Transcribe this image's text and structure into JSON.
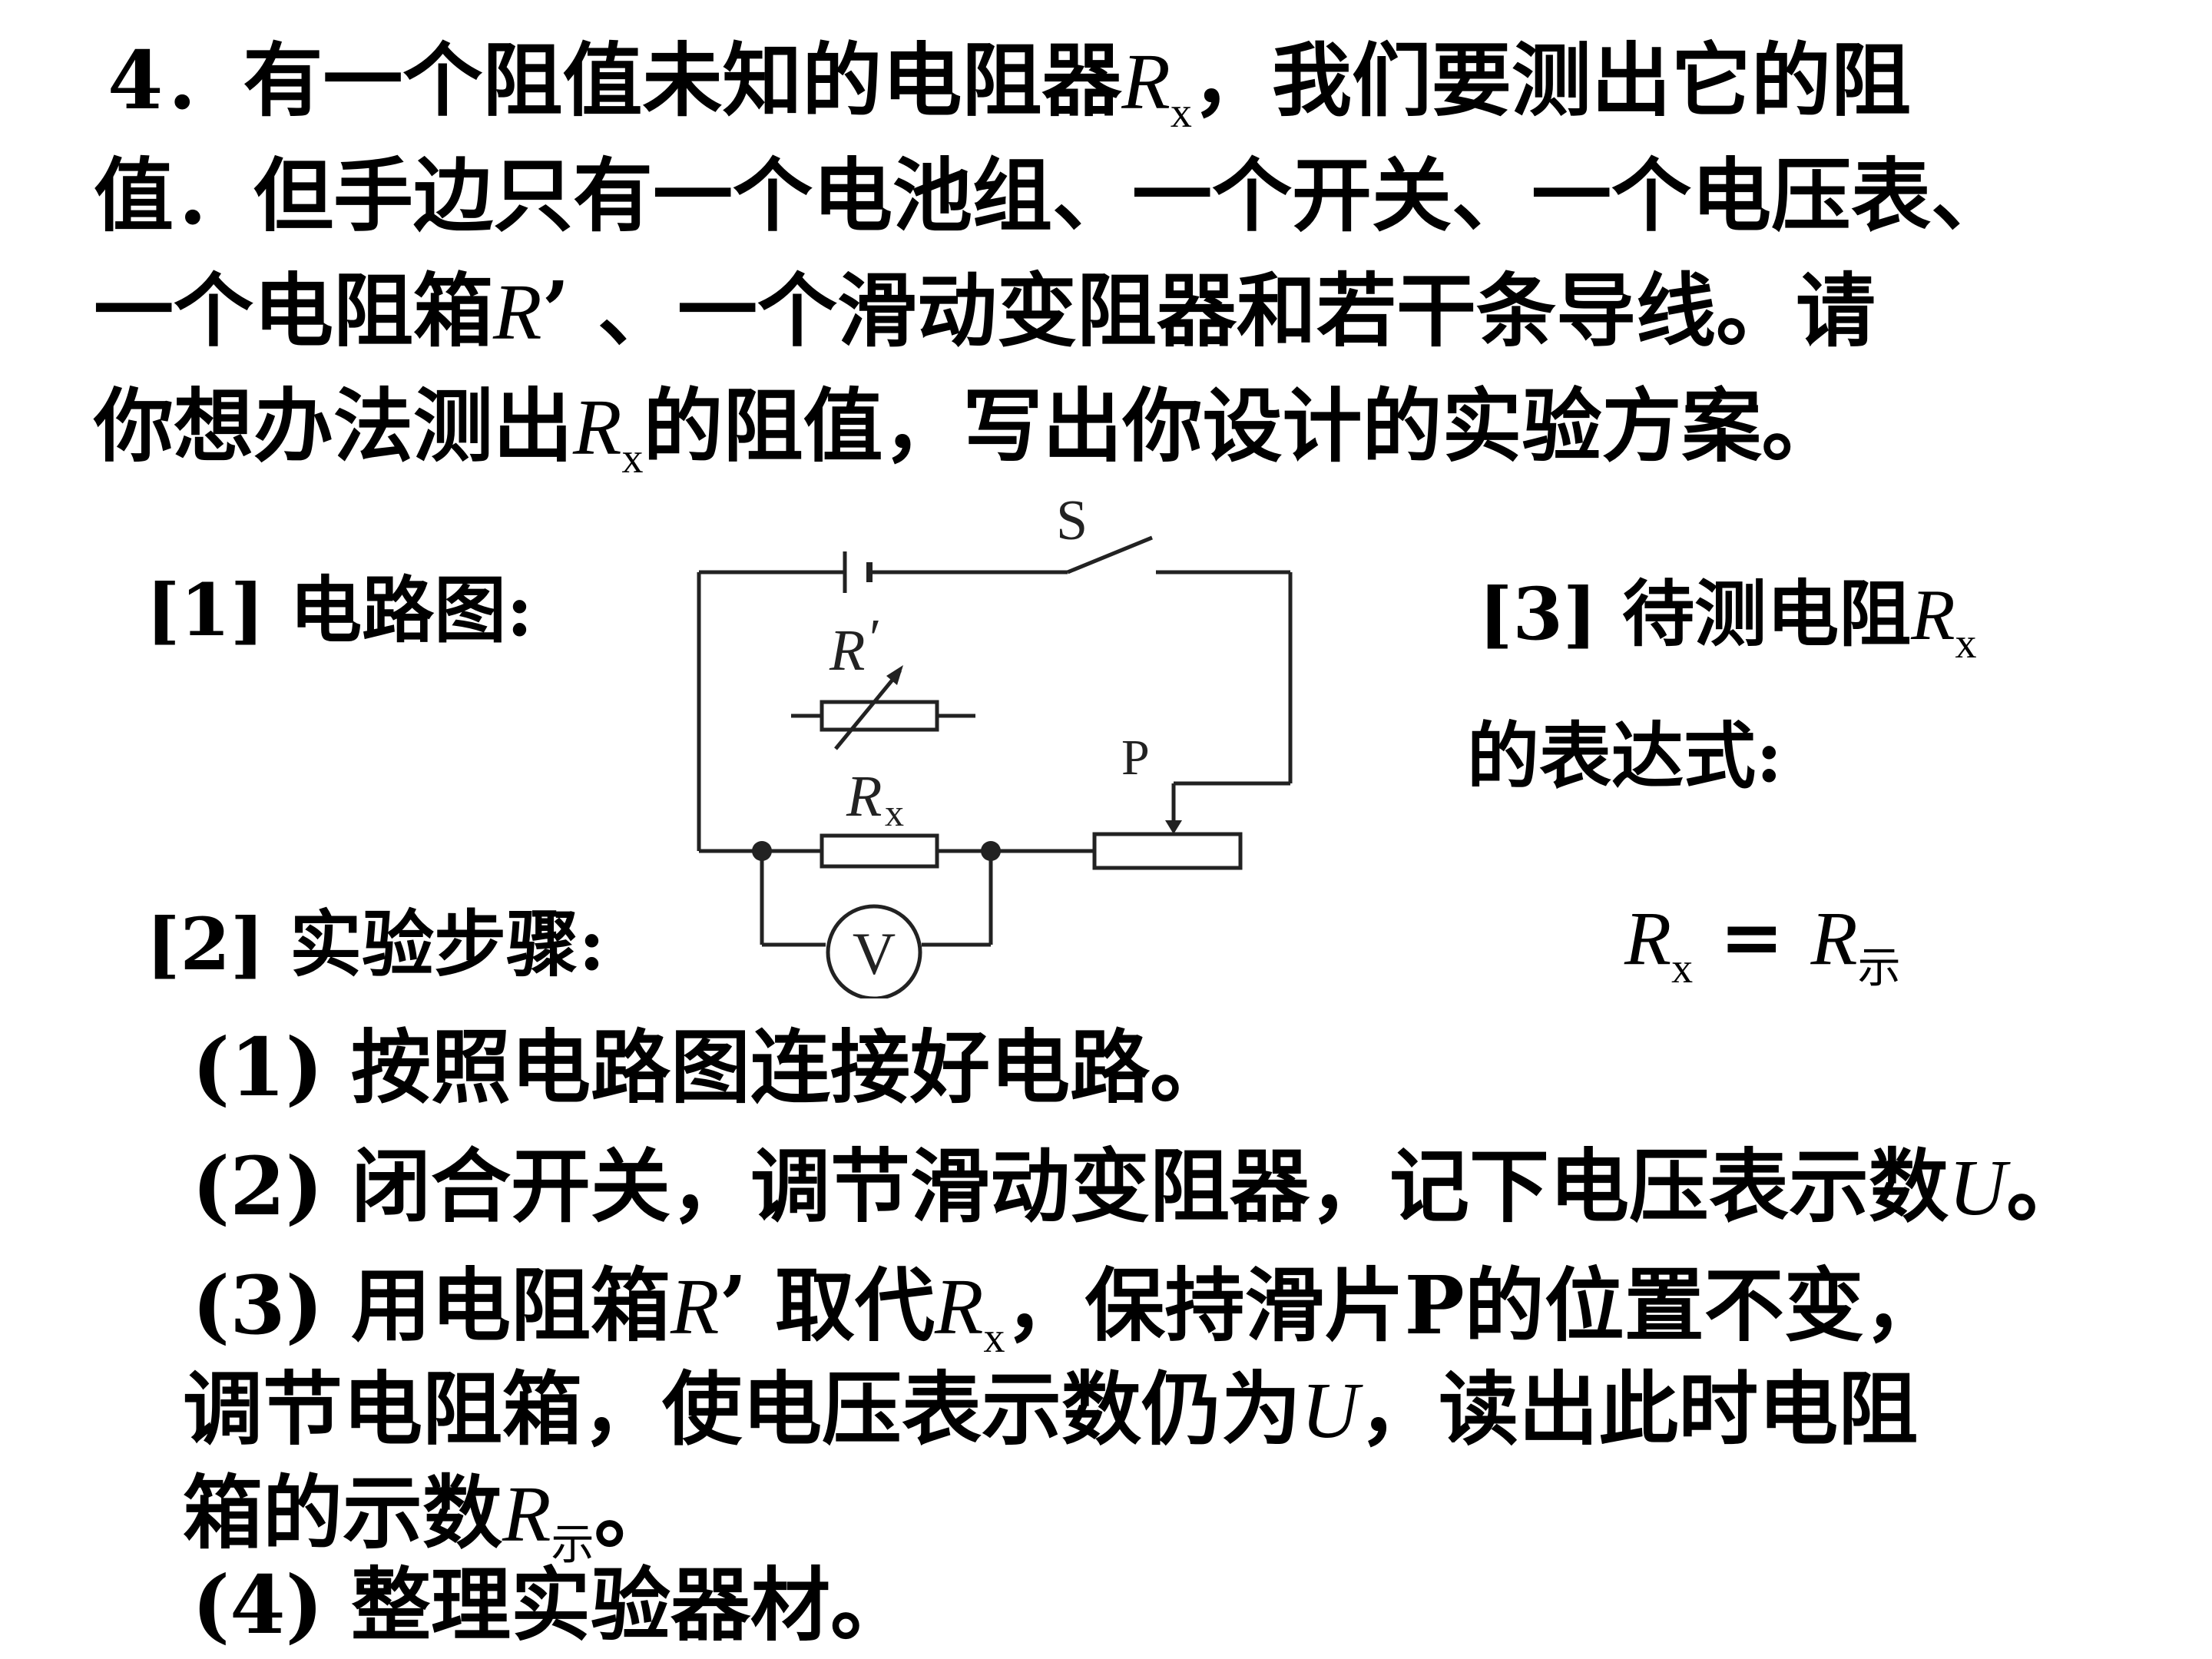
{
  "problem": {
    "line1": {
      "pre": "4．有一个阻值未知的电阻器",
      "r": "R",
      "sub": "x",
      "post": "，我们要测出它的阻"
    },
    "line2": "值．但手边只有一个电池组、一个开关、一个电压表、",
    "line3": {
      "pre": "一个电阻箱",
      "r": "R",
      "post": "’ 、一个滑动变阻器和若干条导线。请"
    },
    "line4": {
      "pre": "你想办法测出",
      "r": "R",
      "sub": "x",
      "post": "的阻值，写出你设计的实验方案。"
    }
  },
  "labels": {
    "circuit": "[1] 电路图:",
    "steps": "[2] 实验步骤:",
    "expression_a": "[3] 待测电阻",
    "expression_r": "R",
    "expression_sub": "x",
    "expression_b": "的表达式:"
  },
  "formula": {
    "lhs": "R",
    "lhs_sub": "x",
    "eq": "=",
    "rhs": "R",
    "rhs_sub": "示"
  },
  "circuit": {
    "switch_label": "S",
    "box_label": "R",
    "box_mark": "′",
    "rx_label": "R",
    "rx_sub": "x",
    "slider_label": "P",
    "meter_label": "V"
  },
  "steps": {
    "s1": "(1) 按照电路图连接好电路。",
    "s2": {
      "text": "(2) 闭合开关，调节滑动变阻器，记下电压表示数",
      "u": "U",
      "post": "。"
    },
    "s3": {
      "pre": "(3) 用电阻箱",
      "r": "R",
      "mid": "’ 取代",
      "r2": "R",
      "sub": "x",
      "post": "，保持滑片P的位置不变，"
    },
    "s3b": {
      "pre": "调节电阻箱，使电压表示数仍为",
      "u": "U",
      "post": "，读出此时电阻"
    },
    "s3c": {
      "pre": "箱的示数",
      "r": "R",
      "sub": "示",
      "post": "。"
    },
    "s4": "(4) 整理实验器材。"
  }
}
